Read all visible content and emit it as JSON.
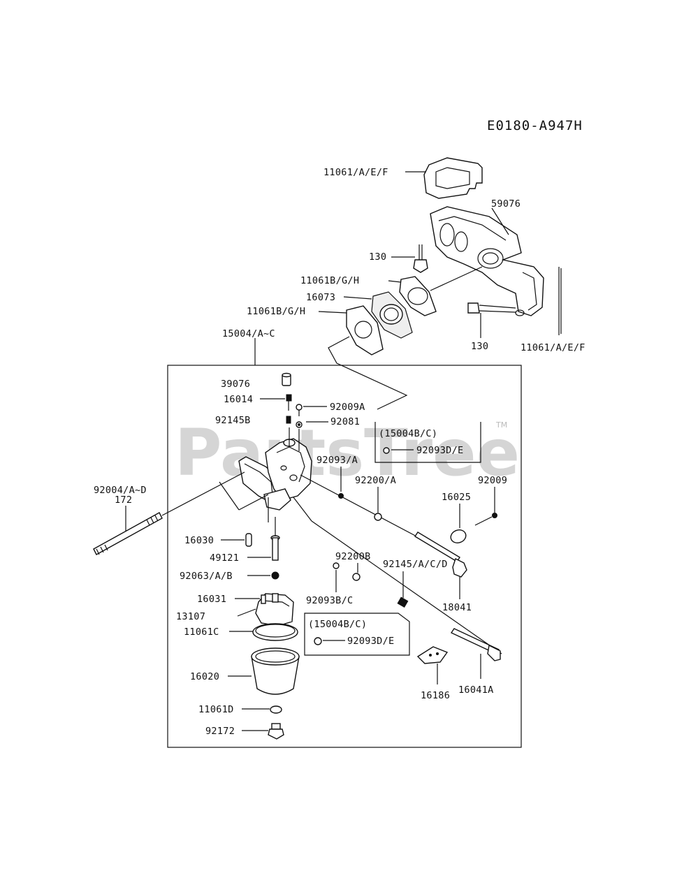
{
  "diagram_code": "E0180-A947H",
  "watermark": {
    "text": "PartsTree",
    "trademark": "TM"
  },
  "labels": {
    "p11061_aef_top": "11061/A/E/F",
    "p59076": "59076",
    "p130_top": "130",
    "p11061b_gh_1": "11061B/G/H",
    "p16073": "16073",
    "p11061b_gh_2": "11061B/G/H",
    "p130_bottom": "130",
    "p11061_aef_right": "11061/A/E/F",
    "p15004": "15004/A~C",
    "p39076": "39076",
    "p16014": "16014",
    "p92009a": "92009A",
    "p92145b": "92145B",
    "p92081": "92081",
    "p15004bc_1": "(15004B/C)",
    "p92093de_1": "92093D/E",
    "p92093a": "92093/A",
    "p92200a": "92200/A",
    "p92009": "92009",
    "p92004": "92004/A~D",
    "p172": "172",
    "p16025": "16025",
    "p16030": "16030",
    "p49121": "49121",
    "p92200b": "92200B",
    "p92145acd": "92145/A/C/D",
    "p92063": "92063/A/B",
    "p16031": "16031",
    "p92093bc": "92093B/C",
    "p18041": "18041",
    "p13107": "13107",
    "p15004bc_2": "(15004B/C)",
    "p11061c": "11061C",
    "p92093de_2": "92093D/E",
    "p16020": "16020",
    "p16186": "16186",
    "p16041a": "16041A",
    "p11061d": "11061D",
    "p92172": "92172"
  }
}
